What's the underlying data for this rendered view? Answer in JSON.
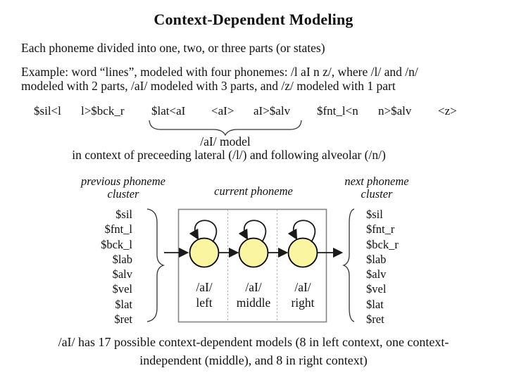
{
  "title": "Context-Dependent Modeling",
  "intro": "Each phoneme divided into one, two, or three parts (or states)",
  "example": {
    "line1": "Example: word “lines”, modeled with four phonemes: /l aI n z/, where /l/ and /n/",
    "line2": "modeled with 2 parts, /aI/ modeled with 3 parts, and /z/ modeled with 1 part"
  },
  "sequence": {
    "tokens": [
      "$sil<l",
      "l>$bck_r",
      "$lat<aI",
      "<aI>",
      "aI>$alv",
      "$fnt_l<n",
      "n>$alv",
      "<z>"
    ],
    "brace_label": "/aI/ model",
    "context_note": "in context of preceeding lateral (/l/) and following alveolar (/n/)"
  },
  "diagram": {
    "prev_label": {
      "line1": "previous phoneme",
      "line2": "cluster"
    },
    "current_label": "current phoneme",
    "next_label": {
      "line1": "next phoneme",
      "line2": "cluster"
    },
    "left_cluster": [
      "$sil",
      "$fnt_l",
      "$bck_l",
      "$lab",
      "$alv",
      "$vel",
      "$lat",
      "$ret"
    ],
    "right_cluster": [
      "$sil",
      "$fnt_r",
      "$bck_r",
      "$lab",
      "$alv",
      "$vel",
      "$lat",
      "$ret"
    ],
    "states": [
      {
        "phoneme": "/aI/",
        "position": "left"
      },
      {
        "phoneme": "/aI/",
        "position": "middle"
      },
      {
        "phoneme": "/aI/",
        "position": "right"
      }
    ],
    "colors": {
      "state_fill": "#f9f5a1",
      "state_stroke": "#000000",
      "box_stroke": "#848484",
      "line_stroke": "#1a1a1a"
    }
  },
  "footer": {
    "line1": "/aI/ has 17 possible context-dependent models (8 in left context, one context-",
    "line2": "independent (middle), and 8 in right context)"
  }
}
